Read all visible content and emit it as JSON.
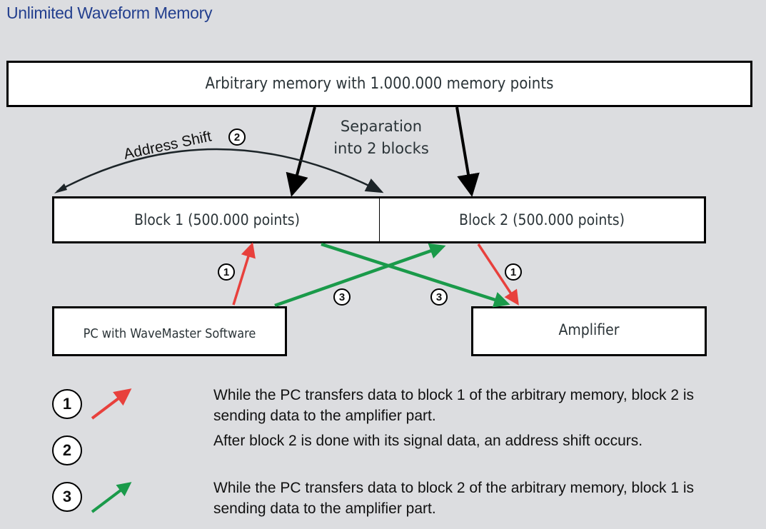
{
  "title": "Unlimited Waveform Memory",
  "diagram": {
    "memory_box": "Arbitrary memory with 1.000.000 memory points",
    "separation_label_line1": "Separation",
    "separation_label_line2": "into 2 blocks",
    "address_shift_label": "Address Shift",
    "address_shift_step": "2",
    "block1": "Block 1 (500.000 points)",
    "block2": "Block 2 (500.000 points)",
    "pc": "PC with WaveMaster Software",
    "amplifier": "Amplifier",
    "step_labels": {
      "pc_to_block1": "1",
      "block2_to_amp": "1",
      "pc_to_block2": "3",
      "block1_to_amp": "3"
    }
  },
  "colors": {
    "title": "#233f8e",
    "step1_arrow": "#e8403c",
    "step3_arrow": "#1a9a4a",
    "background": "#dcdde0"
  },
  "legend": [
    {
      "number": "1",
      "arrow": "red-arrow",
      "text": "While the PC transfers data to block 1 of the arbitrary memory, block 2 is sending data to the amplifier part."
    },
    {
      "number": "2",
      "arrow": "none",
      "text": "After block 2 is done with its signal data, an address shift occurs."
    },
    {
      "number": "3",
      "arrow": "green-arrow",
      "text": "While the PC transfers data to block 2 of the arbitrary memory, block 1 is sending data to the amplifier part."
    }
  ]
}
